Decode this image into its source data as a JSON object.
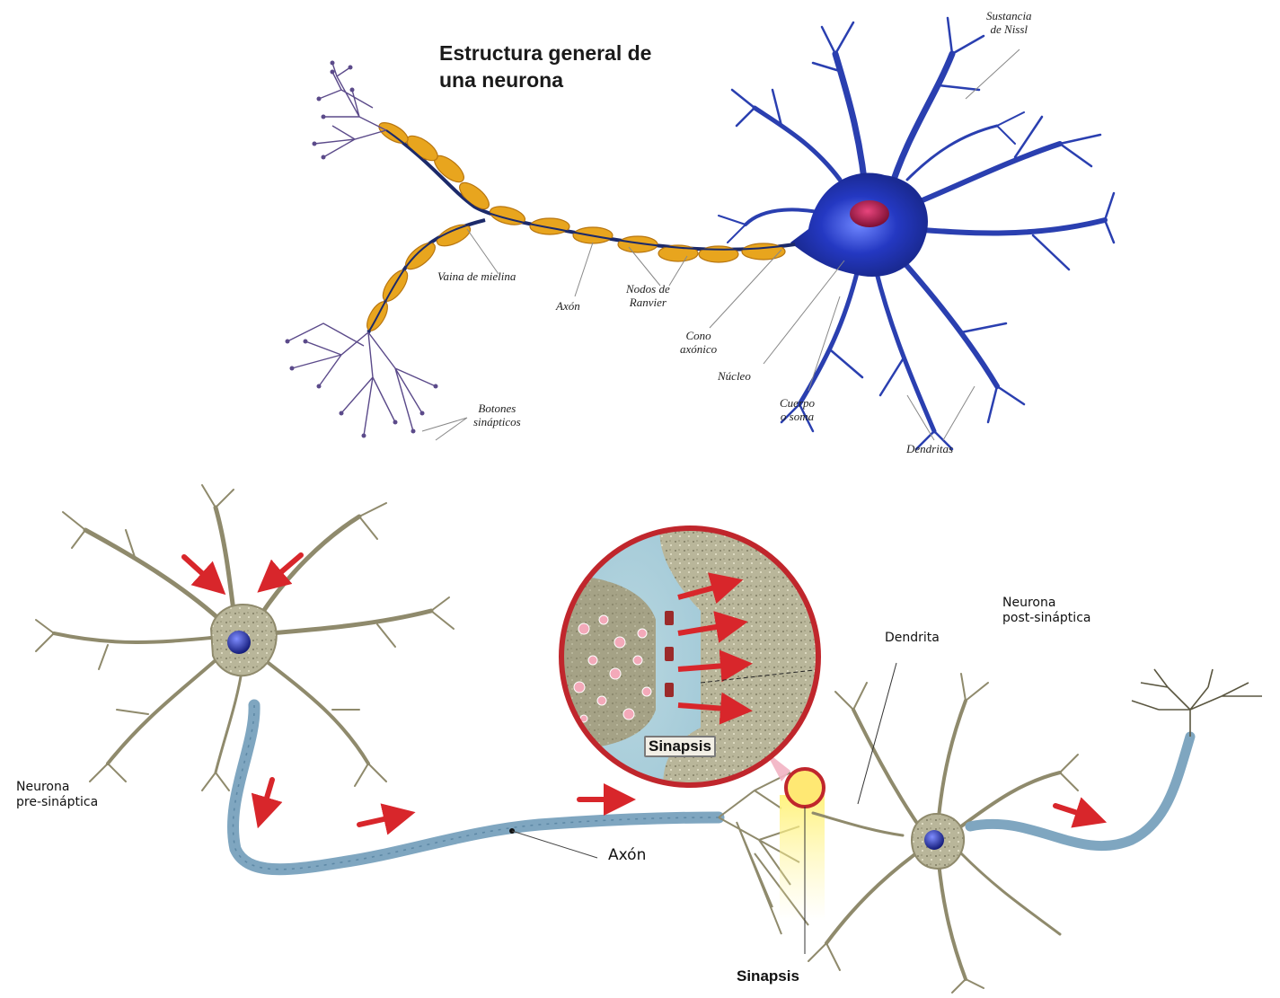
{
  "top_diagram": {
    "title_line1": "Estructura general de",
    "title_line2": "una neurona",
    "labels": {
      "sustancia_nissl_1": "Sustancia",
      "sustancia_nissl_2": "de Nissl",
      "vaina_mielina": "Vaina de mielina",
      "axon": "Axón",
      "nodos_ranvier_1": "Nodos de",
      "nodos_ranvier_2": "Ranvier",
      "cono_axonico_1": "Cono",
      "cono_axonico_2": "axónico",
      "nucleo": "Núcleo",
      "cuerpo_soma_1": "Cuerpo",
      "cuerpo_soma_2": "o soma",
      "botones_1": "Botones",
      "botones_2": "sinápticos",
      "dendritas": "Dendritas"
    },
    "colors": {
      "neuron_body": "#2a3fc4",
      "myelin": "#e8a51e",
      "axon": "#1c2a6a",
      "nucleus": "#b0174a"
    }
  },
  "bottom_diagram": {
    "labels": {
      "pre_1": "Neurona",
      "pre_2": "pre-sináptica",
      "post_1": "Neurona",
      "post_2": "post-sináptica",
      "dendrita": "Dendrita",
      "axon": "Axón",
      "sinapsis_zoom": "Sinapsis",
      "sinapsis": "Sinapsis"
    },
    "colors": {
      "neuron": "#8f8a6c",
      "axon": "#7fa6c0",
      "arrow": "#d8262b",
      "synapse_glow": "#ffe873",
      "zoom_border": "#c0262c"
    }
  }
}
